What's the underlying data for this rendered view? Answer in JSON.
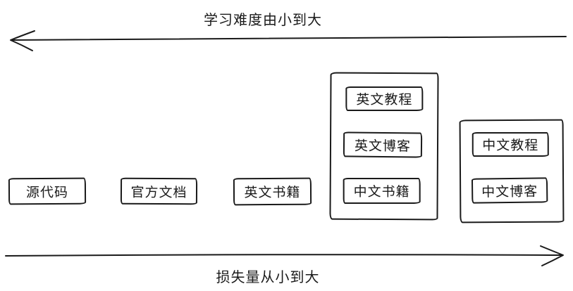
{
  "diagram": {
    "colors": {
      "ink": "#1a1a1a",
      "background": "#ffffff"
    },
    "top_axis": {
      "label": "学习难度由小到大",
      "direction": "left"
    },
    "bottom_axis": {
      "label": "损失量从小到大",
      "direction": "right"
    },
    "boxes": [
      {
        "label": "源代码"
      },
      {
        "label": "官方文档"
      },
      {
        "label": "英文书籍"
      }
    ],
    "groups": [
      {
        "items": [
          {
            "label": "英文教程"
          },
          {
            "label": "英文博客"
          },
          {
            "label": "中文书籍"
          }
        ]
      },
      {
        "items": [
          {
            "label": "中文教程"
          },
          {
            "label": "中文博客"
          }
        ]
      }
    ]
  }
}
